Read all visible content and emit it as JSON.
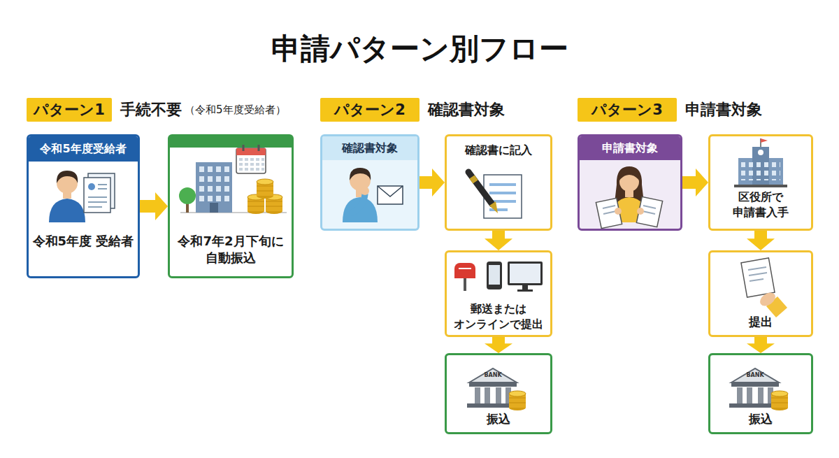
{
  "diagram": {
    "title": "申請パターン別フロー",
    "nodes": [
      {
        "text": [
          "パターン1",
          "手続不要",
          "（令和5年度受給者）"
        ]
      },
      {
        "text": [
          "令和5年度受給者",
          "令和5年度 受給者"
        ]
      },
      {
        "text": [
          "令和7年2月下旬に 自動振込"
        ]
      },
      {
        "text": [
          "パターン2",
          "確認書対象"
        ]
      },
      {
        "text": [
          "確認書対象"
        ]
      },
      {
        "text": [
          "確認書に記入"
        ]
      },
      {
        "text": [
          "郵送または オンラインで提出"
        ]
      },
      {
        "text": [
          "振込"
        ]
      },
      {
        "text": [
          "パターン3",
          "申請書対象"
        ]
      },
      {
        "text": [
          "申請書対象"
        ]
      },
      {
        "text": [
          "区役所で 申請書入手"
        ]
      },
      {
        "text": [
          "提出"
        ]
      },
      {
        "text": [
          "振込"
        ]
      }
    ],
    "edges": [
      {
        "from": 1,
        "to": 2,
        "arrow": "to"
      },
      {
        "from": 4,
        "to": 5,
        "arrow": "to"
      },
      {
        "from": 5,
        "to": 6,
        "arrow": "to"
      },
      {
        "from": 6,
        "to": 7,
        "arrow": "to"
      },
      {
        "from": 9,
        "to": 10,
        "arrow": "to"
      },
      {
        "from": 10,
        "to": 11,
        "arrow": "to"
      },
      {
        "from": 11,
        "to": 12,
        "arrow": "to"
      }
    ],
    "labels": [
      "BANK",
      "BANK"
    ]
  }
}
